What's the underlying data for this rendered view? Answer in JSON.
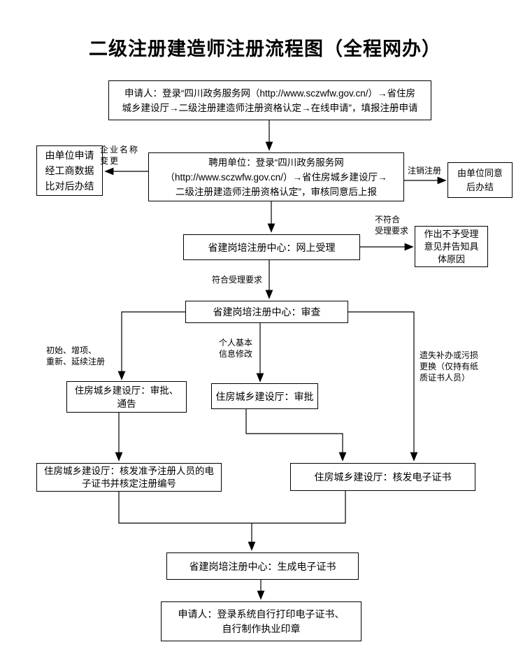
{
  "title": "二级注册建造师注册流程图（全程网办）",
  "boxes": {
    "applicant_login": "申请人：登录“四川政务服务网（http://www.sczwfw.gov.cn/）→省住房\n城乡建设厅→二级注册建造师注册资格认定→在线申请”，填报注册申请",
    "employer_report": "聘用单位：登录“四川政务服务网\n（http://www.sczwfw.gov.cn/）→省住房城乡建设厅→\n二级注册建造师注册资格认定”，审核同意后上报",
    "unit_apply_close": "由单位申请\n经工商数据\n比对后办结",
    "unit_agree_close": "由单位同意\n后办结",
    "online_acceptance": "省建岗培注册中心：网上受理",
    "reject_notice": "作出不予受理\n意见并告知具\n体原因",
    "review": "省建岗培注册中心：审查",
    "approve_announce": "住房城乡建设厅：审批、\n通告",
    "approve": "住房城乡建设厅：审批",
    "issue_ecert_number": "住房城乡建设厅：核发准予注册人员的电\n子证书并核定注册编号",
    "issue_ecert": "住房城乡建设厅：核发电子证书",
    "generate_ecert": "省建岗培注册中心：生成电子证书",
    "print_seal": "申请人：登录系统自行打印电子证书、\n自行制作执业印章"
  },
  "labels": {
    "enterprise_name_change": "企业名称\n变更",
    "cancel_registration": "注销注册",
    "not_meet_requirements": "不符合\n受理要求",
    "meet_requirements": "符合受理要求",
    "registration_types": "初始、增项、\n重新、延续注册",
    "personal_info_change": "个人基本\n信息修改",
    "lost_replacement": "遗失补办或污损\n更换（仅持有纸\n质证书人员）"
  }
}
